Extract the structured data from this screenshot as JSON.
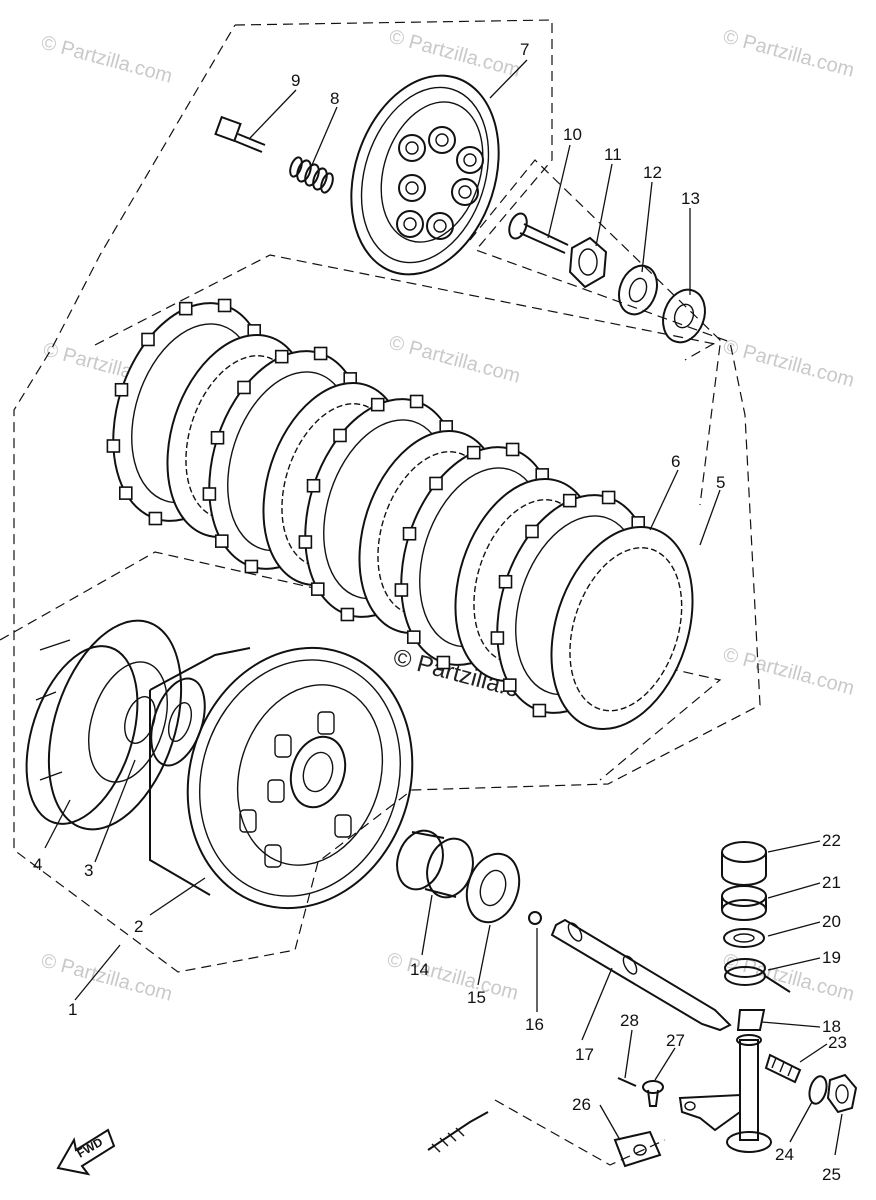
{
  "watermark": "© Partzilla.com",
  "fwd_label": "FWD",
  "callouts": [
    "1",
    "2",
    "3",
    "4",
    "5",
    "6",
    "7",
    "8",
    "9",
    "10",
    "11",
    "12",
    "13",
    "14",
    "15",
    "16",
    "17",
    "18",
    "19",
    "20",
    "21",
    "22",
    "23",
    "24",
    "25",
    "26",
    "27",
    "28"
  ]
}
